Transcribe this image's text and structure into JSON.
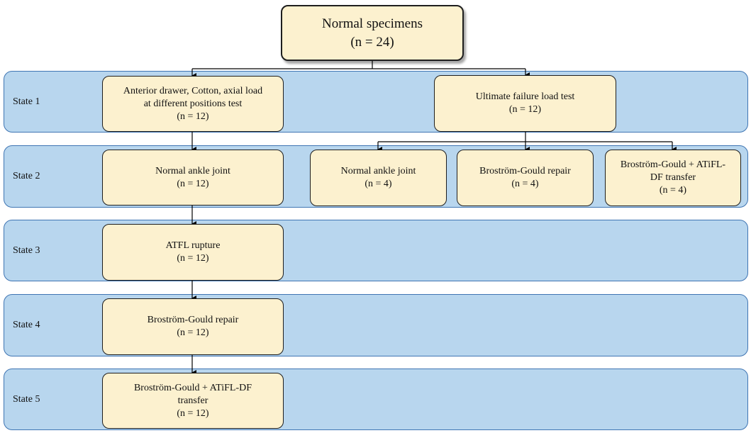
{
  "top": {
    "title": "Normal specimens",
    "count": "(n = 24)"
  },
  "states": [
    {
      "label": "State 1"
    },
    {
      "label": "State 2"
    },
    {
      "label": "State 3"
    },
    {
      "label": "State 4"
    },
    {
      "label": "State 5"
    }
  ],
  "boxes": {
    "s1_left": {
      "line1": "Anterior drawer, Cotton, axial load",
      "line2": "at different positions test",
      "count": "(n = 12)"
    },
    "s1_right": {
      "line1": "Ultimate  failure load test",
      "count": "(n = 12)"
    },
    "s2_left": {
      "line1": "Normal ankle joint",
      "count": "(n = 12)"
    },
    "s2_a": {
      "line1": "Normal ankle joint",
      "count": "(n = 4)"
    },
    "s2_b": {
      "line1": "Broström-Gould repair",
      "count": "(n = 4)"
    },
    "s2_c": {
      "line1": "Broström-Gould + ATiFL-",
      "line2": "DF transfer",
      "count": "(n = 4)"
    },
    "s3": {
      "line1": "ATFL rupture",
      "count": "(n = 12)"
    },
    "s4": {
      "line1": "Broström-Gould repair",
      "count": "(n = 12)"
    },
    "s5": {
      "line1": "Broström-Gould + ATiFL-DF",
      "line2": "transfer",
      "count": "(n = 12)"
    }
  }
}
